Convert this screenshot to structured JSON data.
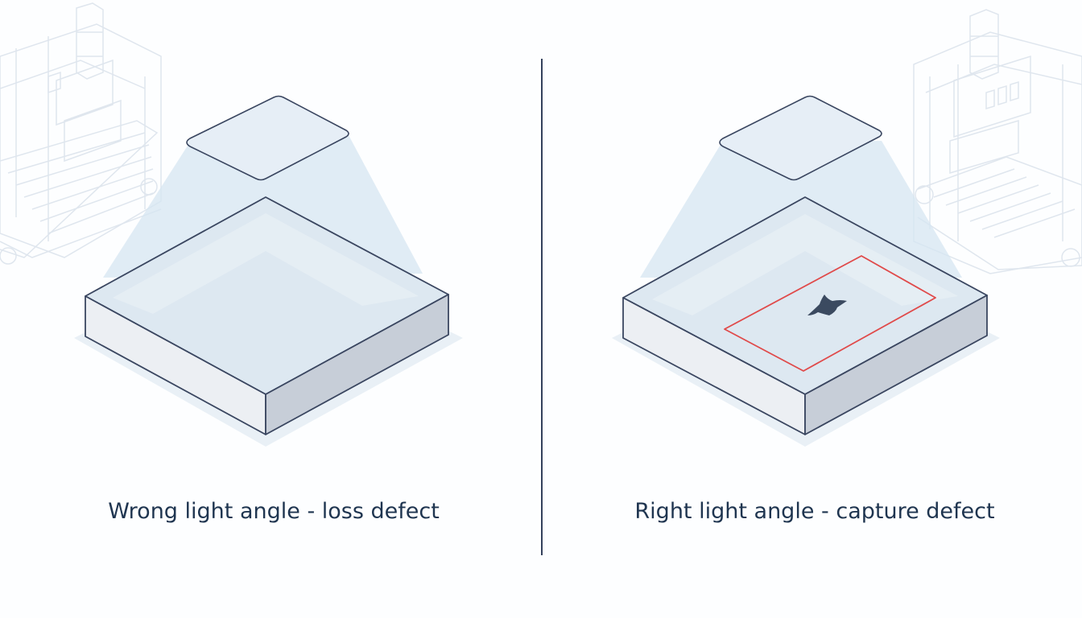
{
  "left_panel": {
    "caption": "Wrong light angle - loss defect"
  },
  "right_panel": {
    "caption": "Right light angle - capture defect"
  },
  "colors": {
    "outline": "#3a4660",
    "panel_top": "#dde8f1",
    "panel_side_left": "#eceff3",
    "panel_side_right": "#c7ced8",
    "light_cone": "#d6e6f2",
    "detection_box": "#e04a4a",
    "defect": "#3b4a60",
    "divider": "#34415c",
    "background_machine": "#dfe6ee",
    "caption_text": "#1f3550"
  },
  "icons": {
    "light_source": "light-panel-icon",
    "inspected_part": "inspected-plate",
    "defect": "defect-spot-icon",
    "machine": "industrial-machine-background"
  }
}
